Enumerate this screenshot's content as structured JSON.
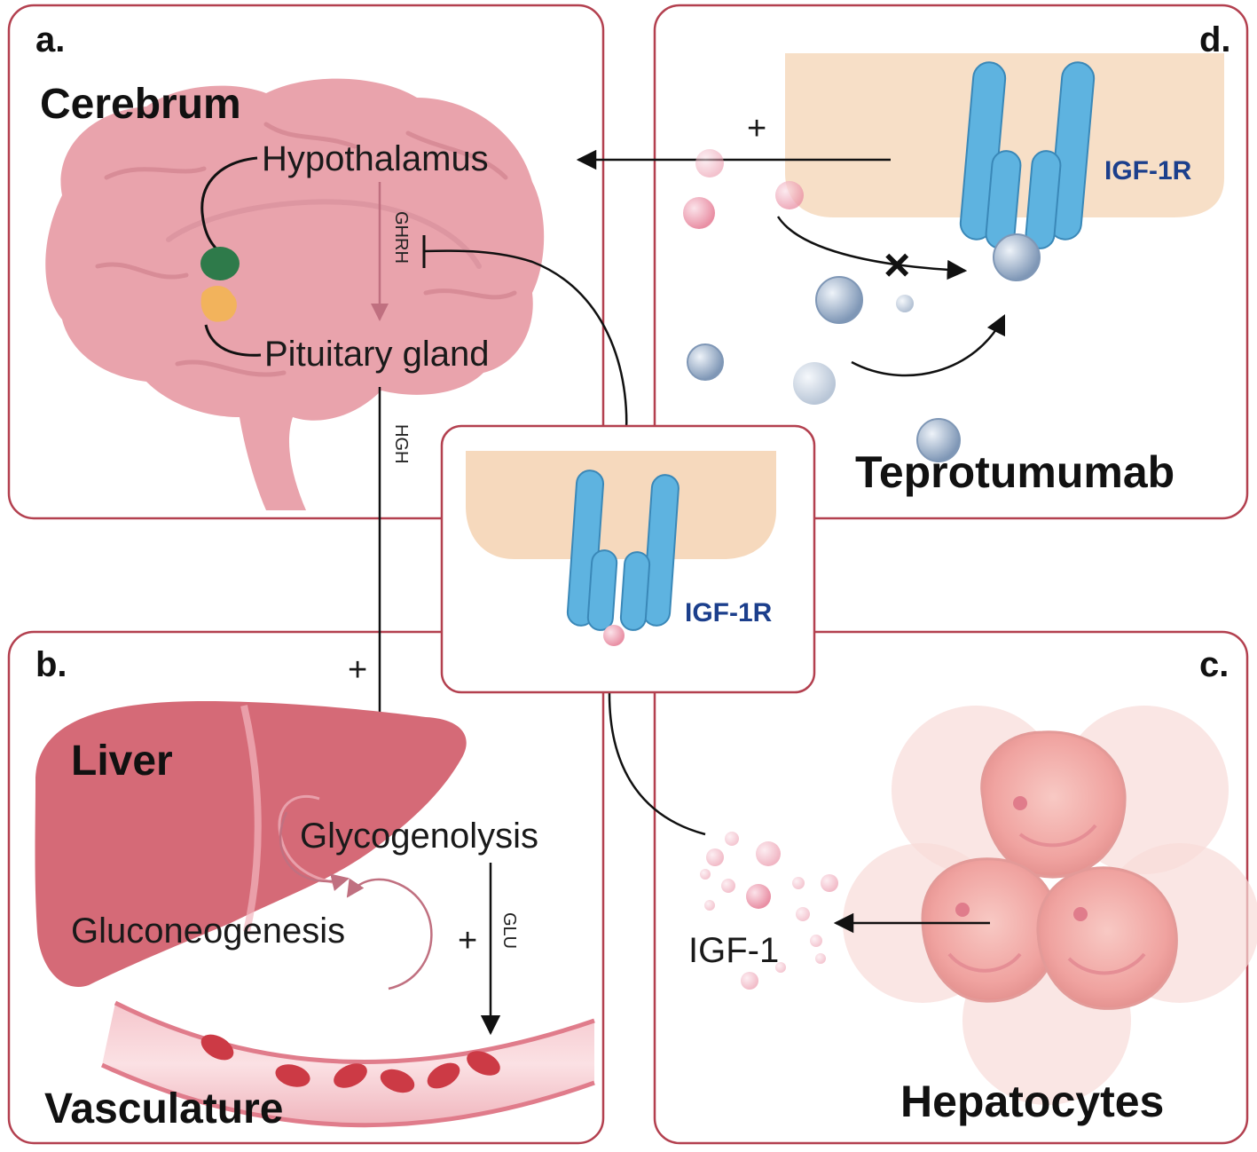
{
  "panels": {
    "a": {
      "letter": "a.",
      "title": "Cerebrum"
    },
    "b": {
      "letter": "b.",
      "title": "Liver",
      "subtitle": "Vasculature"
    },
    "c": {
      "letter": "c.",
      "title": "Hepatocytes"
    },
    "d": {
      "letter": "d.",
      "title": "Teprotumumab"
    }
  },
  "labels": {
    "hypothalamus": "Hypothalamus",
    "pituitary": "Pituitary gland",
    "ghrh": "GHRH",
    "hgh": "HGH",
    "glycogenolysis": "Glycogenolysis",
    "gluconeogenesis": "Gluconeogenesis",
    "glu": "GLU",
    "igf1": "IGF-1",
    "igf1r_center": "IGF-1R",
    "igf1r_d": "IGF-1R",
    "plus_d": "+",
    "plus_b": "+",
    "plus_glu": "+",
    "block": "×"
  },
  "colors": {
    "panel_border": "#b3404f",
    "cell_membrane": "#f6d9bd",
    "receptor": "#5eb3e0",
    "receptor_text": "#1c3f8c",
    "brain": "#e9a3ac",
    "liver": "#d56a77",
    "hypothalamus_dot": "#2e7a4a",
    "pituitary_dot": "#f2b35c",
    "igf1_particle": "#f0a9b8",
    "antibody_particle": "#9fb3cc"
  }
}
